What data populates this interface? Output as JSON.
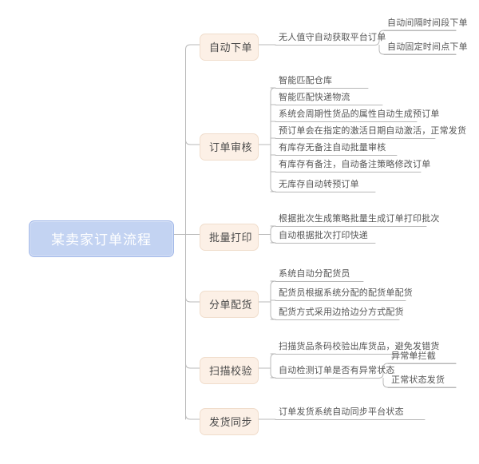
{
  "diagram": {
    "type": "mind-map",
    "title": "某卖家订单流程",
    "colors": {
      "root_fill": "#c3d3f2",
      "root_border": "#9fb6e8",
      "root_text": "#ffffff",
      "branch_fill": "#fcf0e6",
      "branch_border": "#f0ddcc",
      "branch_text": "#4a4a4a",
      "leaf_text": "#555555",
      "connector": "#b8b8b8",
      "background": "#ffffff"
    },
    "root": {
      "label": "某卖家订单流程"
    },
    "branches": [
      {
        "label": "自动下单",
        "children": [
          {
            "label": "无人值守自动获取平台订单",
            "children": [
              {
                "label": "自动间隔时间段下单"
              },
              {
                "label": "自动固定时间点下单"
              }
            ]
          }
        ]
      },
      {
        "label": "订单审核",
        "children": [
          {
            "label": "智能匹配仓库"
          },
          {
            "label": "智能匹配快递物流"
          },
          {
            "label": "系统会周期性货品的属性自动生成预订单"
          },
          {
            "label": "预订单会在指定的激活日期自动激活，正常发货"
          },
          {
            "label": "有库存无备注自动批量审核"
          },
          {
            "label": "有库存有备注，自动备注策略修改订单"
          },
          {
            "label": "无库存自动转预订单"
          }
        ]
      },
      {
        "label": "批量打印",
        "children": [
          {
            "label": "根据批次生成策略批量生成订单打印批次"
          },
          {
            "label": "自动根据批次打印快递"
          }
        ]
      },
      {
        "label": "分单配货",
        "children": [
          {
            "label": "系统自动分配货员"
          },
          {
            "label": "配货员根据系统分配的配货单配货"
          },
          {
            "label": "配货方式采用边拾边分方式配货"
          }
        ]
      },
      {
        "label": "扫描校验",
        "children": [
          {
            "label": "扫描货品条码校验出库货品，避免发错货"
          },
          {
            "label": "自动检测订单是否有异常状态",
            "children": [
              {
                "label": "异常单拦截"
              },
              {
                "label": "正常状态发货"
              }
            ]
          }
        ]
      },
      {
        "label": "发货同步",
        "children": [
          {
            "label": "订单发货系统自动同步平台状态"
          }
        ]
      }
    ]
  }
}
